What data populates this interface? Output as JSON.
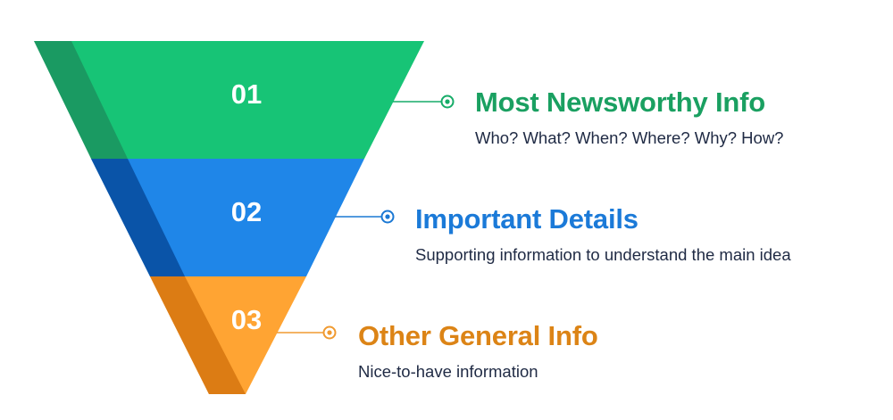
{
  "layers": [
    {
      "number": "01",
      "title": "Most Newsworthy Info",
      "subtitle": "Who? What? When? Where? Why? How?",
      "colors": {
        "main": "#17c476",
        "shade": "#1a9a62",
        "title": "#1aa061",
        "connector": "#16ac68"
      }
    },
    {
      "number": "02",
      "title": "Important Details",
      "subtitle": "Supporting information to understand the main idea",
      "colors": {
        "main": "#1f86e8",
        "shade": "#0a54a8",
        "title": "#1b7ad8",
        "connector": "#1a78d4"
      }
    },
    {
      "number": "03",
      "title": "Other General Info",
      "subtitle": "Nice-to-have information",
      "colors": {
        "main": "#ffa433",
        "shade": "#dc7c14",
        "title": "#dc8416",
        "connector": "#f09a30"
      }
    }
  ]
}
